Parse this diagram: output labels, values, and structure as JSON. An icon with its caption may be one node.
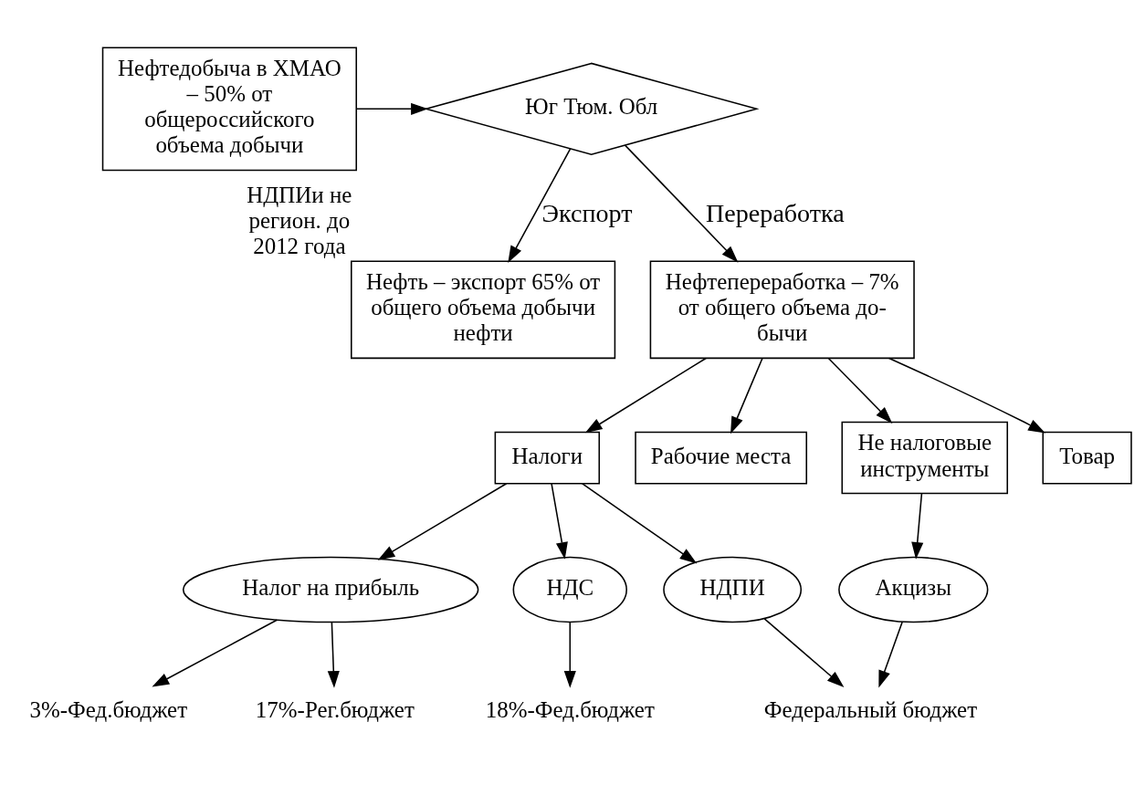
{
  "diagram": {
    "nodes": [
      {
        "text": [
          "Нефтедобыча в ХМАО – 50% от общероссийского объема добычи"
        ]
      },
      {
        "text": [
          "Юг Тюм. Обл"
        ]
      },
      {
        "text": [
          "Нефть – экспорт 65% от общего объема добычи нефти"
        ],
        "beside": [
          "НДПИи не регион. до 2012 года"
        ]
      },
      {
        "text": [
          "Нефтепереработка – 7% от общего объема до- бычи"
        ]
      },
      {
        "text": [
          "Налоги"
        ]
      },
      {
        "text": [
          "Рабочие места"
        ]
      },
      {
        "text": [
          "Не налоговые инструменты"
        ]
      },
      {
        "text": [
          "Товар"
        ]
      },
      {
        "text": [
          "Налог на прибыль"
        ]
      },
      {
        "text": [
          "НДС"
        ]
      },
      {
        "text": [
          "НДПИ"
        ]
      },
      {
        "text": [
          "Акцизы"
        ]
      },
      {
        "text": [
          "3%-Фед.бюджет"
        ]
      },
      {
        "text": [
          "17%-Рег.бюджет"
        ]
      },
      {
        "text": [
          "18%-Фед.бюджет"
        ]
      },
      {
        "text": [
          "Федеральный бюджет"
        ]
      }
    ],
    "edges": [
      {
        "from": 0,
        "to": 1,
        "arrow": "to"
      },
      {
        "from": 1,
        "to": 2,
        "arrow": "to",
        "label": "Экспорт"
      },
      {
        "from": 1,
        "to": 3,
        "arrow": "to",
        "label": "Переработка"
      },
      {
        "from": 3,
        "to": 4,
        "arrow": "to"
      },
      {
        "from": 3,
        "to": 5,
        "arrow": "to"
      },
      {
        "from": 3,
        "to": 6,
        "arrow": "to"
      },
      {
        "from": 3,
        "to": 7,
        "arrow": "to"
      },
      {
        "from": 4,
        "to": 8,
        "arrow": "to"
      },
      {
        "from": 4,
        "to": 9,
        "arrow": "to"
      },
      {
        "from": 4,
        "to": 10,
        "arrow": "to"
      },
      {
        "from": 6,
        "to": 11,
        "arrow": "to"
      },
      {
        "from": 8,
        "to": 12,
        "arrow": "to"
      },
      {
        "from": 8,
        "to": 13,
        "arrow": "to"
      },
      {
        "from": 9,
        "to": 14,
        "arrow": "to"
      },
      {
        "from": 10,
        "to": 15,
        "arrow": "to"
      },
      {
        "from": 11,
        "to": 15,
        "arrow": "to"
      }
    ]
  }
}
